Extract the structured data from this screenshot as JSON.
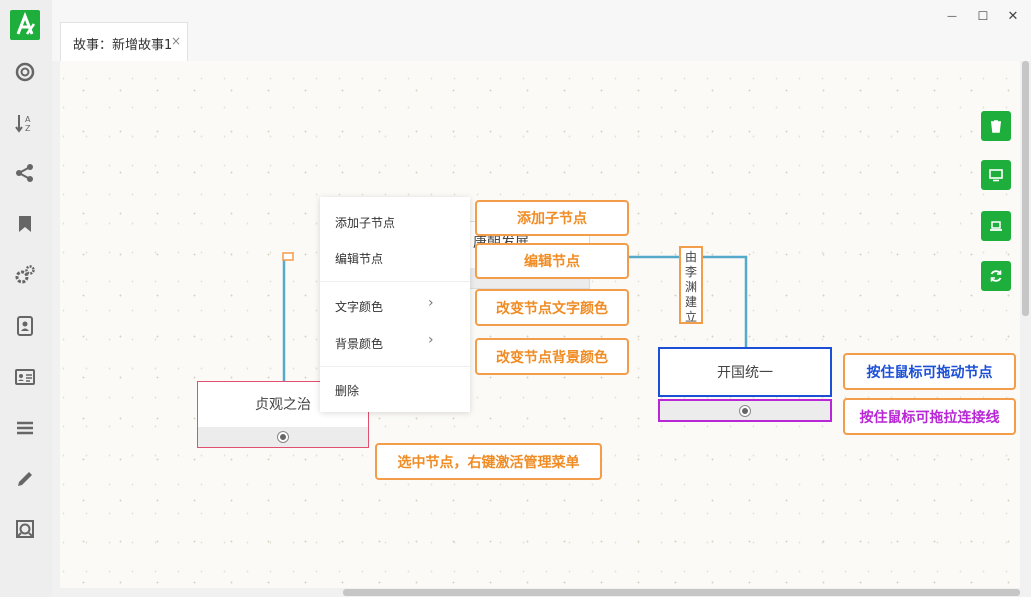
{
  "window": {
    "tab_title": "故事：新增故事1",
    "tab_close": "×",
    "minimize": "—",
    "maximize": "☐",
    "close": "✕"
  },
  "sidebar": {
    "icons": [
      "lifebuoy-icon",
      "sort-az-icon",
      "share-icon",
      "bookmark-icon",
      "gears-icon",
      "contact-book-icon",
      "id-card-icon",
      "menu-lines-icon",
      "pencil-icon",
      "settings-globe-icon"
    ]
  },
  "toolbar": {
    "icons": [
      "trash-icon",
      "monitor-icon",
      "laptop-icon",
      "refresh-icon"
    ]
  },
  "nodes": {
    "left": "贞观之治",
    "right": "开国统一",
    "middle": "唐朝发展"
  },
  "edge_label": "由李渊建立",
  "context_menu": {
    "add_child": "添加子节点",
    "edit": "编辑节点",
    "text_color": "文字颜色",
    "bg_color": "背景颜色",
    "delete": "删除",
    "arrow": "›"
  },
  "callouts": {
    "add_child": "添加子节点",
    "edit": "编辑节点",
    "text_color": "改变节点文字颜色",
    "bg_color": "改变节点背景颜色",
    "select_right_click": "选中节点，右键激活管理菜单",
    "drag_node": "按住鼠标可拖动节点",
    "drag_link": "按住鼠标可拖拉连接线"
  },
  "colors": {
    "accent": "#1eae3c",
    "callout_border": "#f39c4a",
    "callout_text": "#f08c24",
    "blue": "#1a4fd6",
    "purple": "#b826d6",
    "link": "#55aacc",
    "selected": "#e05070"
  }
}
